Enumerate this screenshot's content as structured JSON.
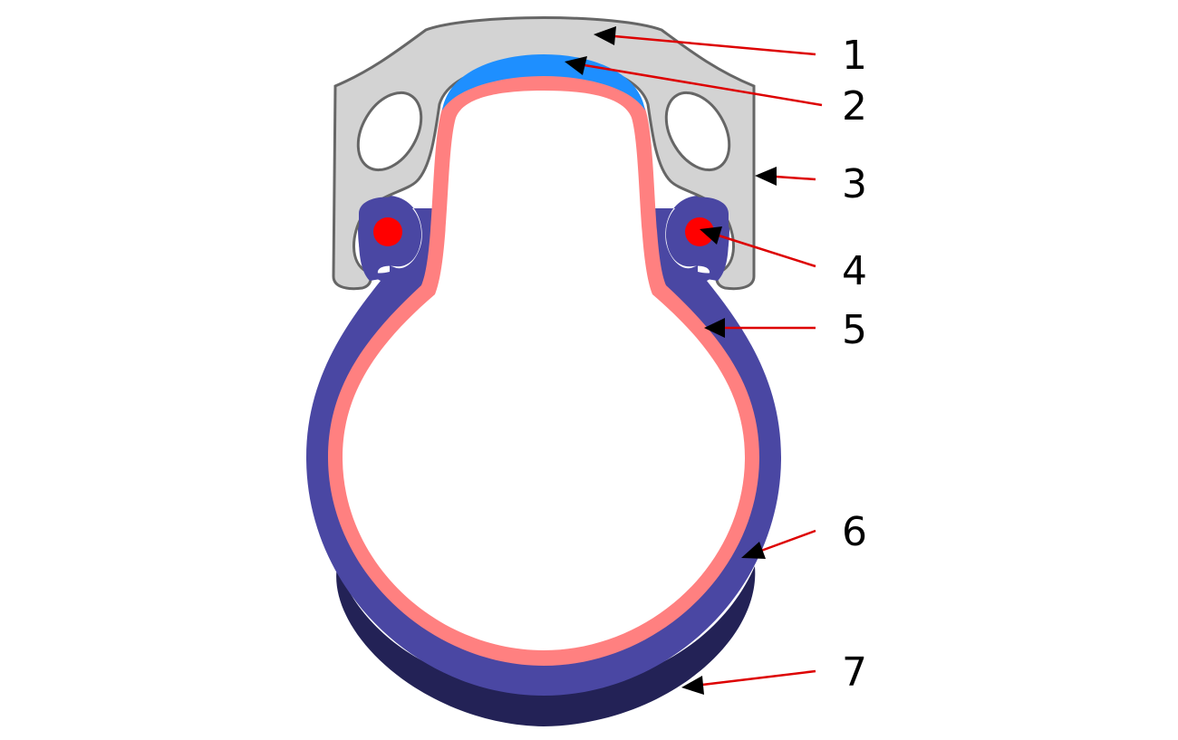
{
  "diagram": {
    "colors": {
      "rim": "#d3d3d3",
      "rim_outline": "#666666",
      "rim_tape": "#1e8fff",
      "inner_tube": "#ff8080",
      "tire_casing": "#4a47a3",
      "tread": "#232256",
      "bead": "#ff0000",
      "leader_line": "#dd0000",
      "arrow_head": "#000000"
    },
    "callouts": [
      {
        "id": 1,
        "label": "1"
      },
      {
        "id": 2,
        "label": "2"
      },
      {
        "id": 3,
        "label": "3"
      },
      {
        "id": 4,
        "label": "4"
      },
      {
        "id": 5,
        "label": "5"
      },
      {
        "id": 6,
        "label": "6"
      },
      {
        "id": 7,
        "label": "7"
      }
    ]
  }
}
